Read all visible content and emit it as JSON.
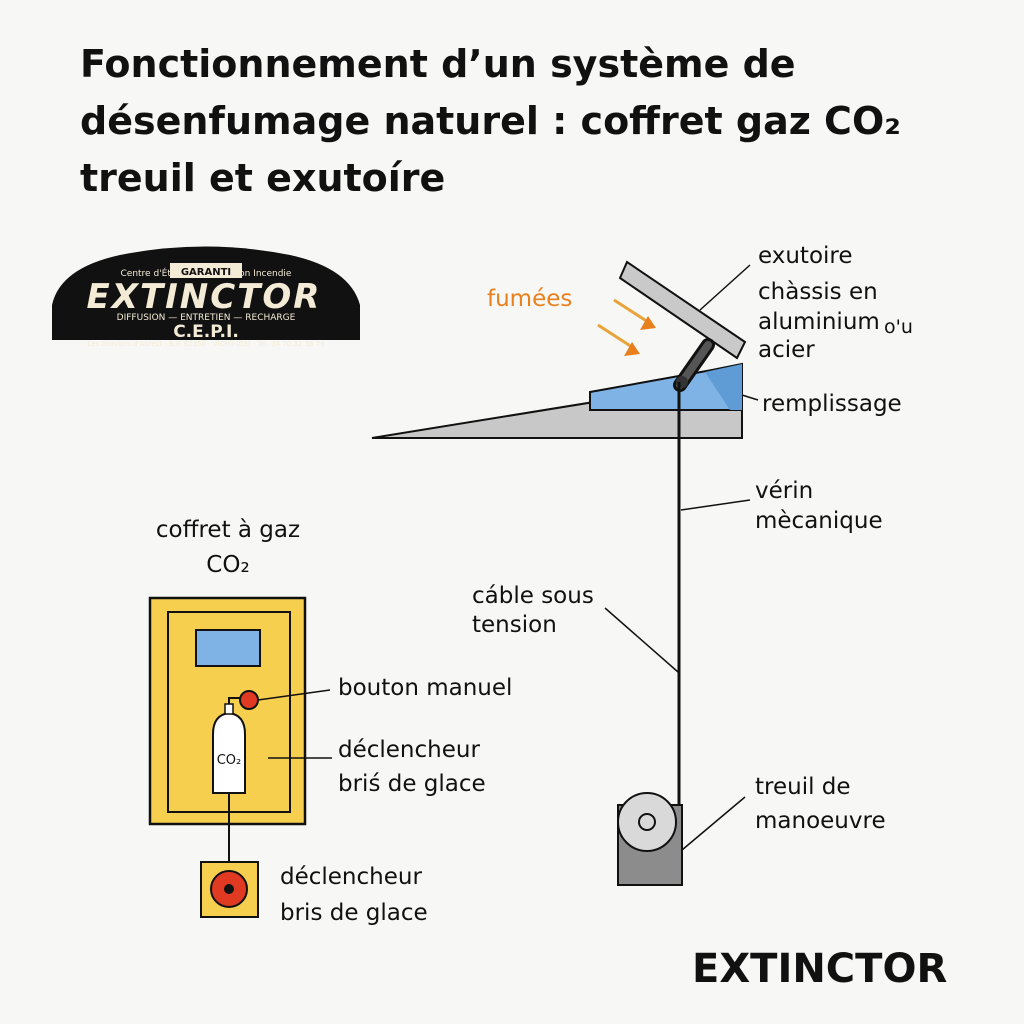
{
  "title": {
    "line1": "Fonctionnement d’un système de",
    "line2": "désenfumage naturel : coffret gaz CO₂",
    "line3": "treuil et exutoíre"
  },
  "logo": {
    "top_line": "Centre d'Étude de Protection Incendie",
    "garanti": "GARANTI",
    "main": "EXTINCTOR",
    "services": "DIFFUSION — ENTRETIEN — RECHARGE",
    "cepi": "C.E.P.I.",
    "address": "Les Graviers d'Abrest - B.P. 62356 - VICHY-(03) - Tél. 04 70 32 36 79"
  },
  "labels": {
    "fumees": "fumées",
    "exutoire": "exutoire",
    "chassis_1": "chàssis en",
    "chassis_2": "aluminium",
    "chassis_ou": "o'u",
    "chassis_3": "acier",
    "remplissage": "remplissage",
    "verin_1": "vérin",
    "verin_2": "mècanique",
    "cable_1": "cáble sous",
    "cable_2": "tension",
    "treuil_1": "treuil de",
    "treuil_2": "manoeuvre",
    "coffret_1": "coffret à gaz",
    "coffret_2": "CO₂",
    "bouton": "bouton manuel",
    "declencheur_a_1": "déclencheur",
    "declencheur_a_2": "briś de glace",
    "declencheur_b_1": "déclencheur",
    "declencheur_b_2": "bris de glace",
    "bottle": "CO₂"
  },
  "brand": "EXTINCTOR",
  "colors": {
    "coffret_yellow": "#f6cf4f",
    "glass_blue": "#7fb3e6",
    "button_red": "#e03a22",
    "fumes_orange": "#e8801e",
    "roof_gray": "#c8c8c8",
    "winch_gray": "#8c8c8c",
    "logo_black": "#111111"
  }
}
